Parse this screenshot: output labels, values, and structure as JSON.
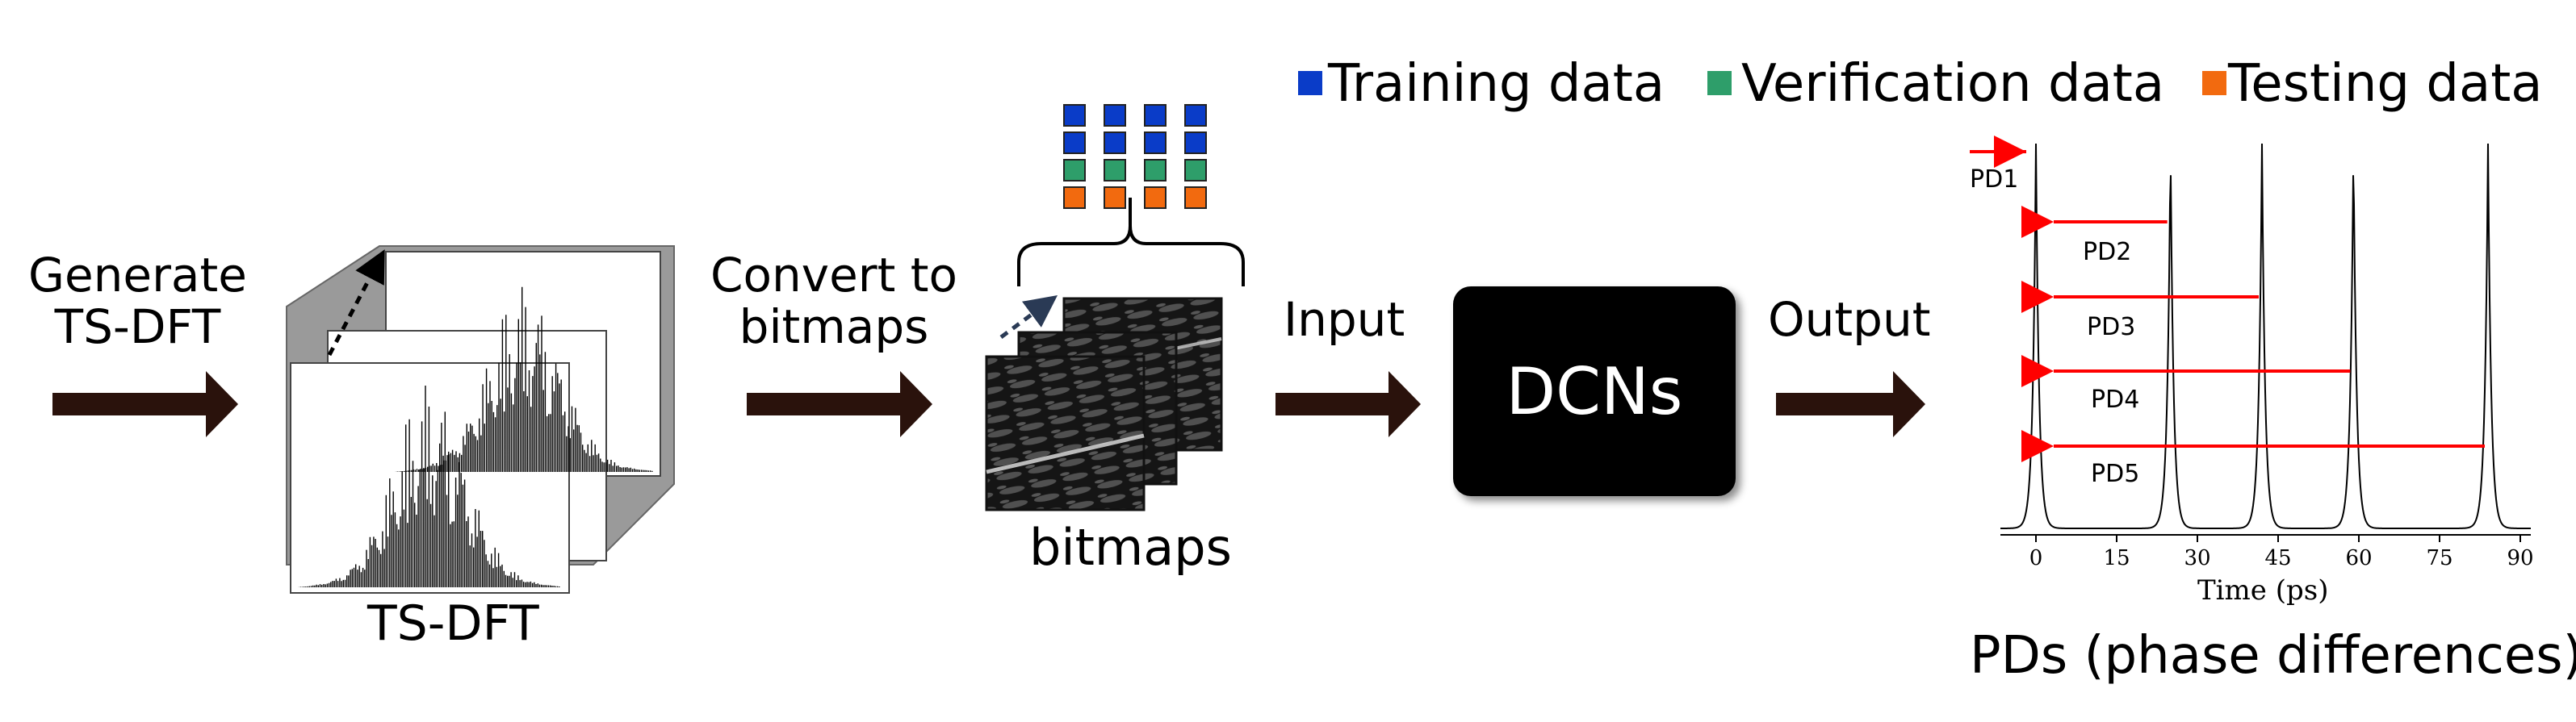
{
  "legend": {
    "items": [
      {
        "label": "Training data",
        "color": "#0a3cc8"
      },
      {
        "label": "Verification data",
        "color": "#2e9e6a"
      },
      {
        "label": "Testing data",
        "color": "#f26a0f"
      }
    ]
  },
  "steps": {
    "generate": "Generate\nTS-DFT",
    "convert": "Convert to\nbitmaps",
    "input": "Input",
    "output": "Output"
  },
  "tsdft_caption": "TS-DFT",
  "bitmaps_caption": "bitmaps",
  "dcn_label": "DCNs",
  "pd_caption": "PDs (phase differences)",
  "pd_labels": [
    "PD1",
    "PD2",
    "PD3",
    "PD4",
    "PD5"
  ],
  "time_axis": {
    "title": "Time (ps)",
    "ticks": [
      0,
      15,
      30,
      45,
      60,
      75,
      90
    ]
  },
  "pulses_ps": [
    0,
    25,
    42,
    59,
    84
  ],
  "colors": {
    "arrow": "#2a120c",
    "pd_arrow": "#ff0000",
    "dcn_fill": "#000000"
  }
}
